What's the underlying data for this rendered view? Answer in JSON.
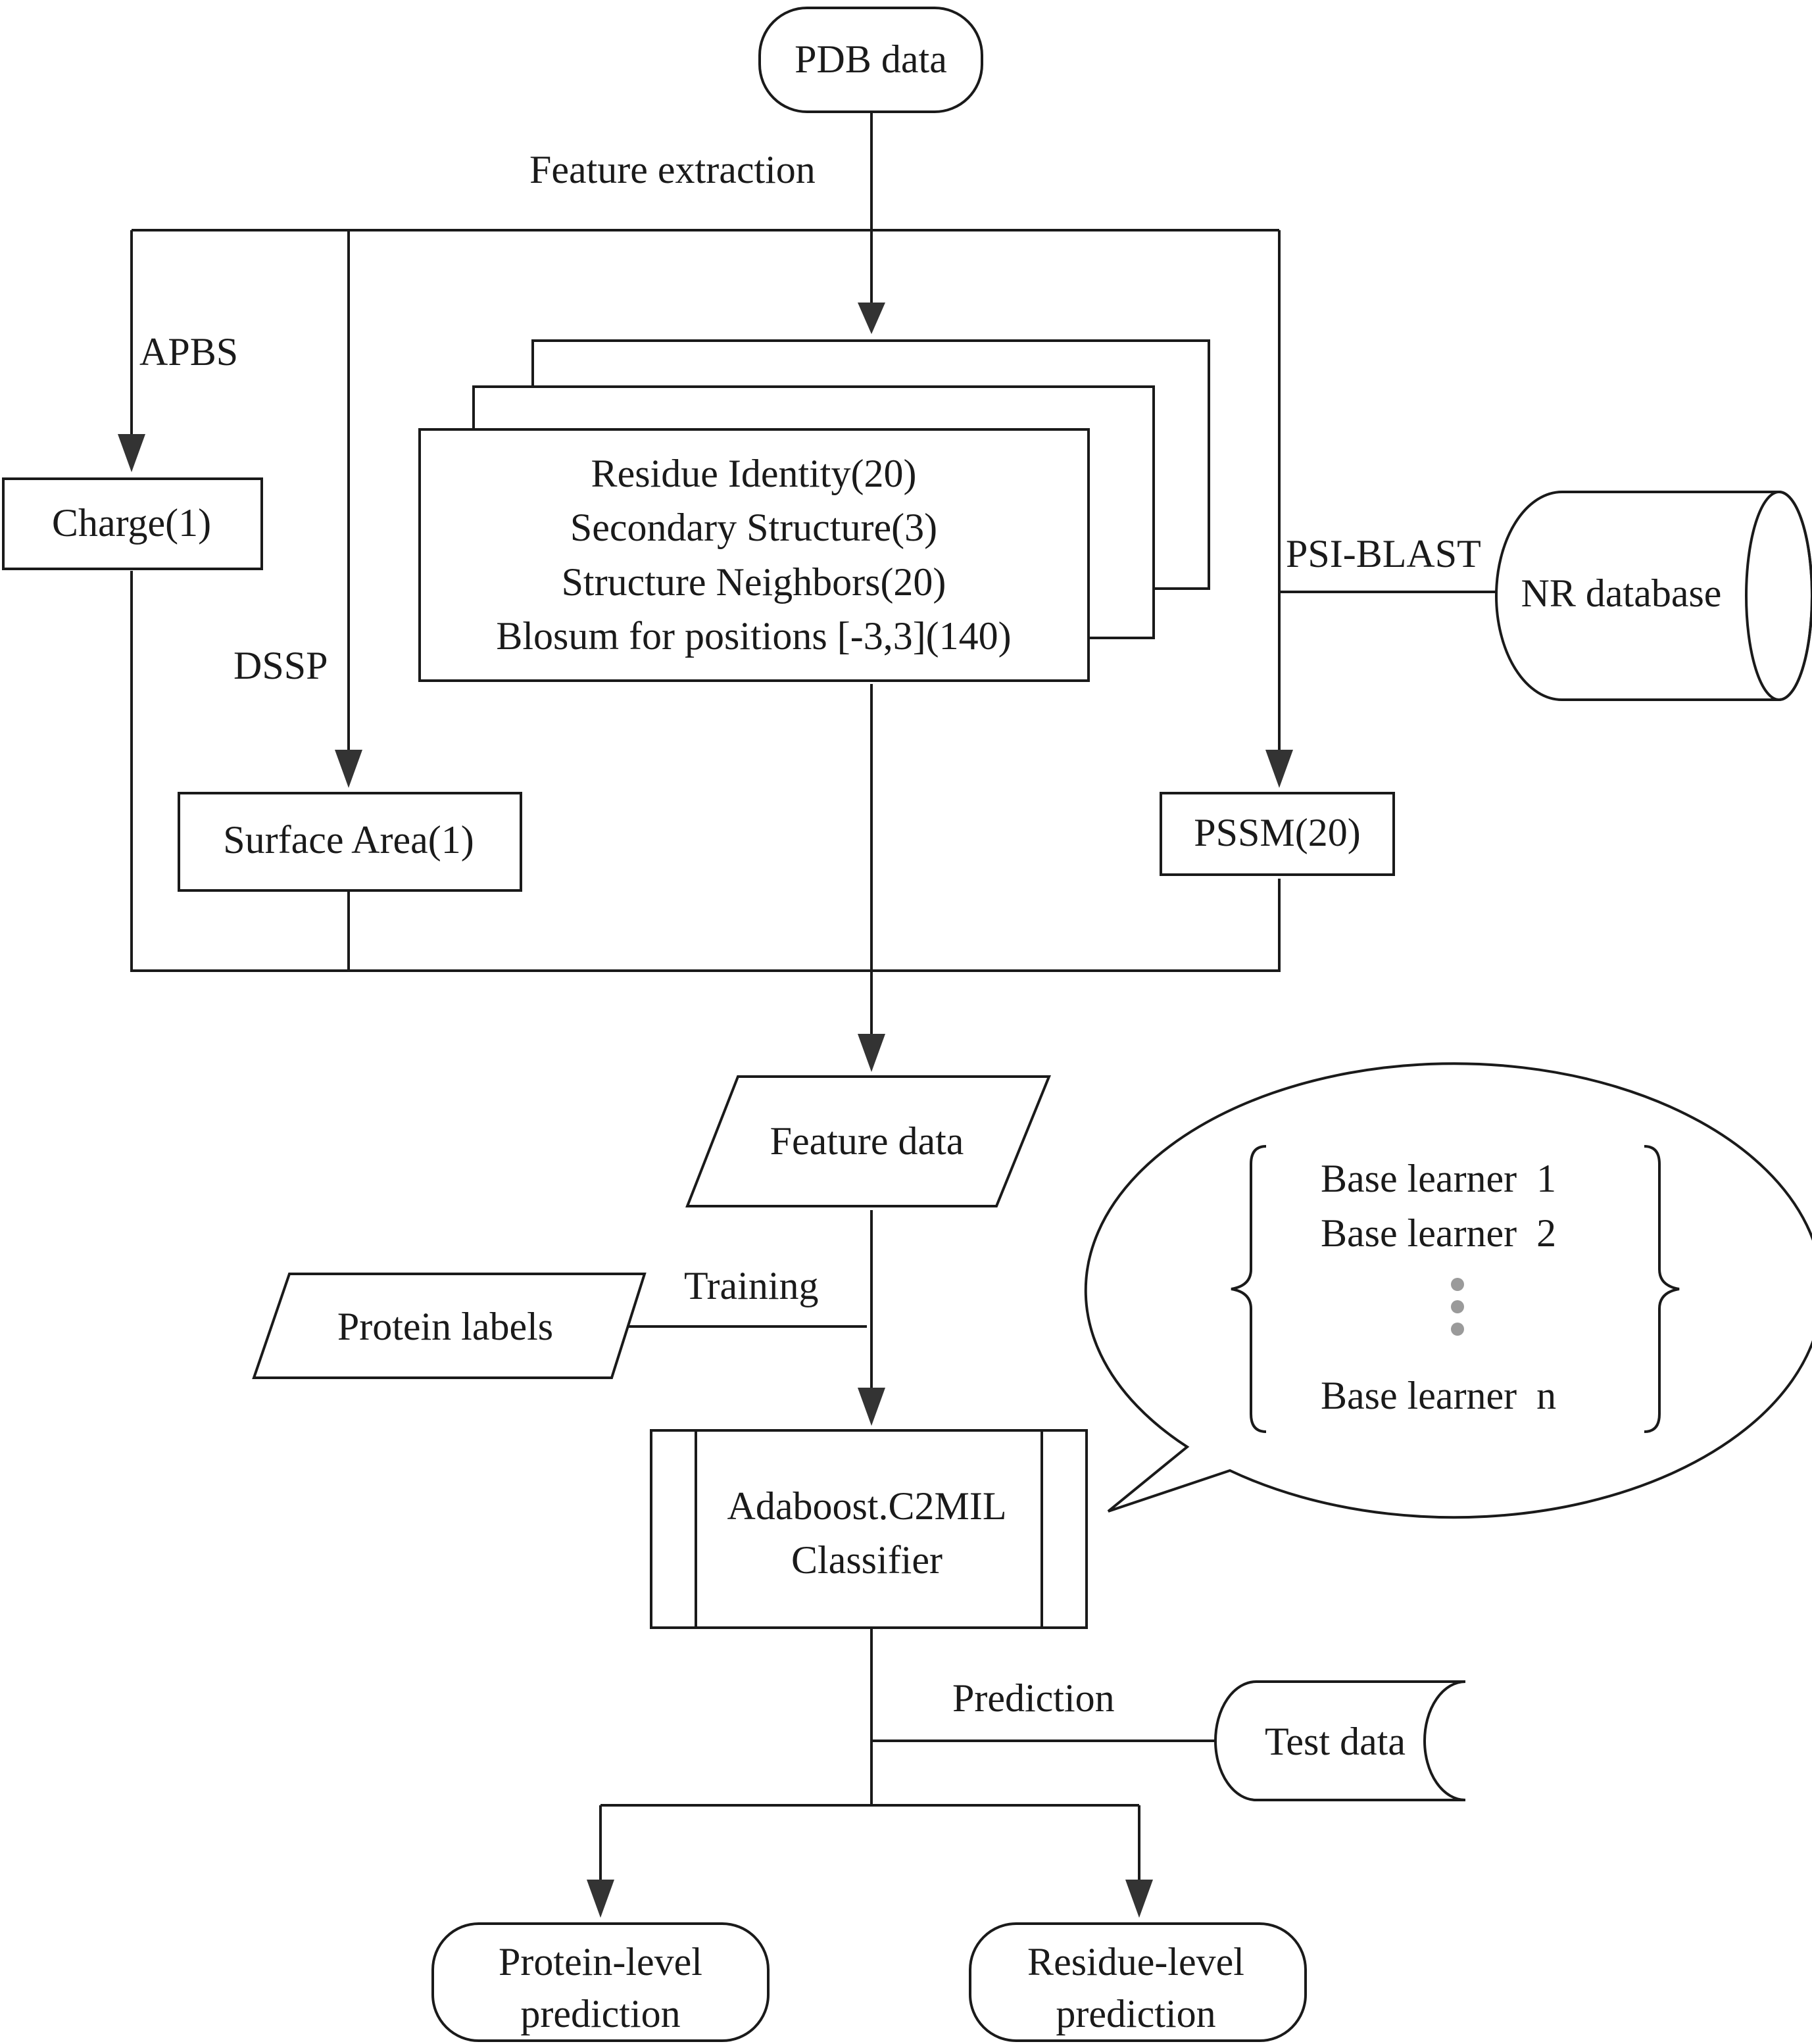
{
  "nodes": {
    "pdb_data": "PDB data",
    "charge": "Charge(1)",
    "features": [
      "Residue Identity(20)",
      "Secondary Structure(3)",
      "Structure Neighbors(20)",
      "Blosum for positions [-3,3](140)"
    ],
    "nr_database": "NR database",
    "surface_area": "Surface Area(1)",
    "pssm": "PSSM(20)",
    "feature_data": "Feature data",
    "protein_labels": "Protein labels",
    "classifier_line1": "Adaboost.C2MIL",
    "classifier_line2": "Classifier",
    "test_data": "Test data",
    "protein_level_1": "Protein-level",
    "protein_level_2": "prediction",
    "residue_level_1": "Residue-level",
    "residue_level_2": "prediction"
  },
  "edge_labels": {
    "feature_extraction": "Feature extraction",
    "apbs": "APBS",
    "dssp": "DSSP",
    "psi_blast": "PSI-BLAST",
    "training": "Training",
    "prediction": "Prediction"
  },
  "callout": {
    "learners": [
      "Base learner  1",
      "Base learner  2",
      "Base learner  n"
    ]
  }
}
